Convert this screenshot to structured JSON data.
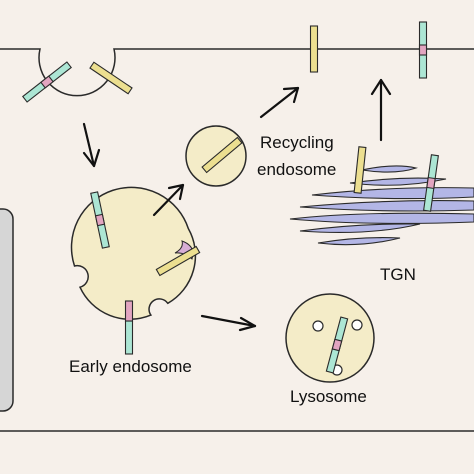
{
  "labels": {
    "recycling_line1": "Recycling",
    "recycling_line2": "endosome",
    "tgn": "TGN",
    "early_endosome": "Early endosome",
    "lysosome": "Lysosome"
  },
  "colors": {
    "background": "#f6f0ea",
    "organelle_fill": "#f4ecc8",
    "tgn_fill": "#b3b6e6",
    "receptor_yellow": "#ecdf90",
    "receptor_green": "#ace6d4",
    "receptor_pink": "#e2a5c0",
    "ligand_purple": "#d8aed6",
    "nucleus_fill": "#d6d6d6",
    "outline": "#2a2a2a"
  }
}
